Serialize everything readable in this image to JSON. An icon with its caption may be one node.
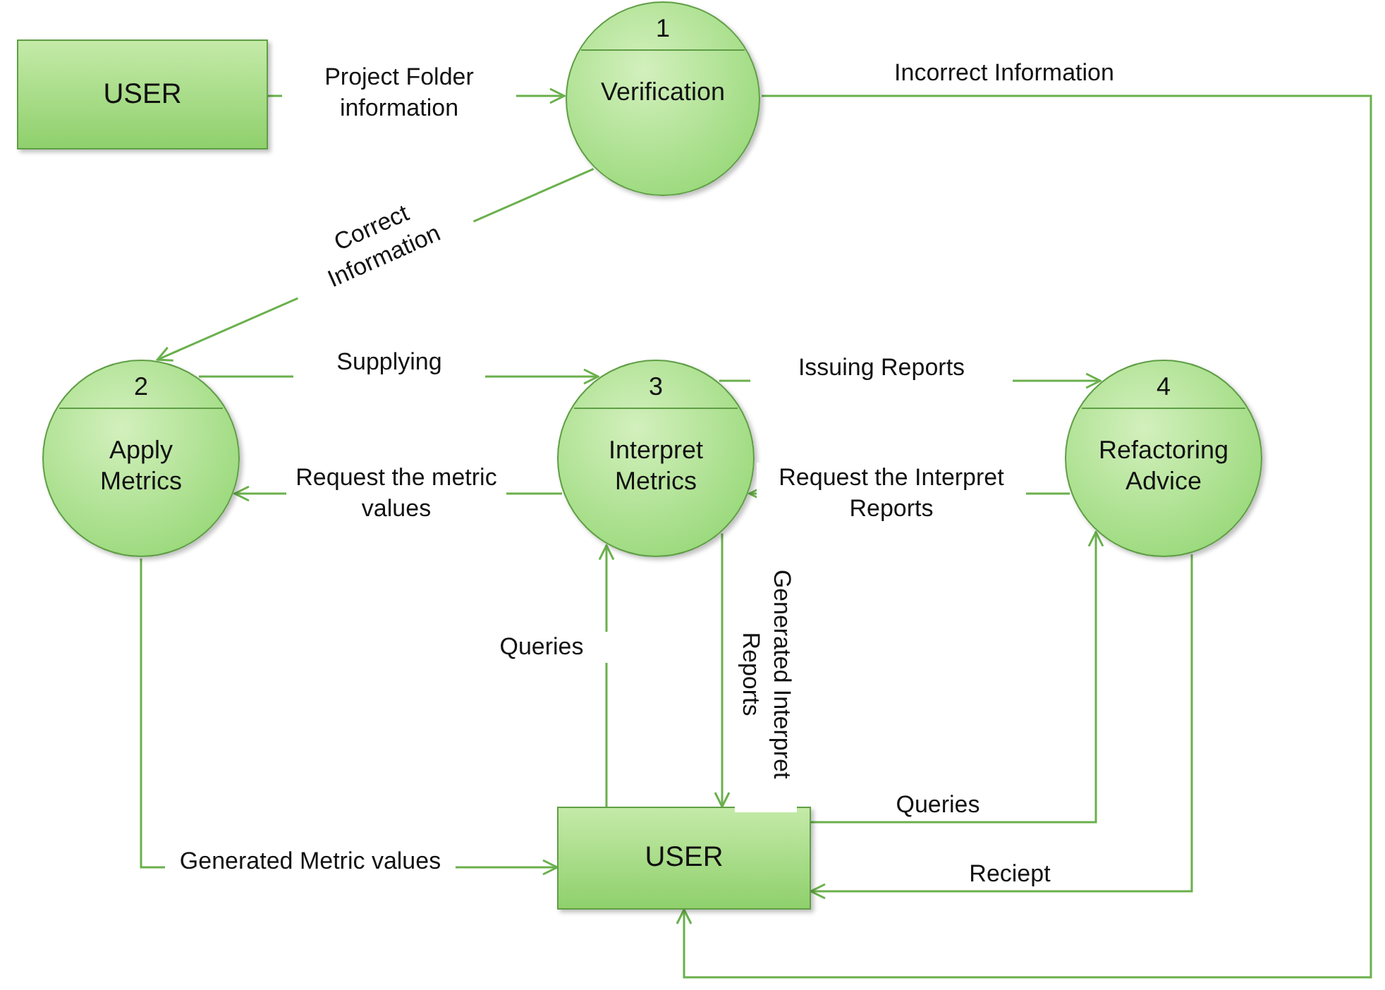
{
  "diagram": {
    "nodes": [
      {
        "text": [
          "USER"
        ]
      },
      {
        "text": [
          "1",
          "Verification"
        ]
      },
      {
        "text": [
          "2",
          "Apply Metrics"
        ]
      },
      {
        "text": [
          "3",
          "Interpret Metrics"
        ]
      },
      {
        "text": [
          "4",
          "Refactoring Advice"
        ]
      },
      {
        "text": [
          "USER"
        ]
      }
    ],
    "edges": [
      {
        "from": 0,
        "to": 1,
        "arrow": "to",
        "label": "Project Folder information"
      },
      {
        "from": 1,
        "to": 5,
        "arrow": "to",
        "label": "Incorrect Information"
      },
      {
        "from": 1,
        "to": 2,
        "arrow": "to",
        "label": "Correct Information"
      },
      {
        "from": 2,
        "to": 3,
        "arrow": "to",
        "label": "Supplying"
      },
      {
        "from": 3,
        "to": 2,
        "arrow": "to",
        "label": "Request the metric values"
      },
      {
        "from": 3,
        "to": 4,
        "arrow": "to",
        "label": "Issuing Reports"
      },
      {
        "from": 4,
        "to": 3,
        "arrow": "to",
        "label": "Request the Interpret Reports"
      },
      {
        "from": 2,
        "to": 5,
        "arrow": "to",
        "label": "Generated Metric values"
      },
      {
        "from": 5,
        "to": 3,
        "arrow": "to",
        "label": "Queries"
      },
      {
        "from": 3,
        "to": 5,
        "arrow": "to",
        "label": "Generated Interpret Reports"
      },
      {
        "from": 5,
        "to": 4,
        "arrow": "to",
        "label": "Queries"
      },
      {
        "from": 4,
        "to": 5,
        "arrow": "to",
        "label": "Reciept"
      }
    ]
  }
}
